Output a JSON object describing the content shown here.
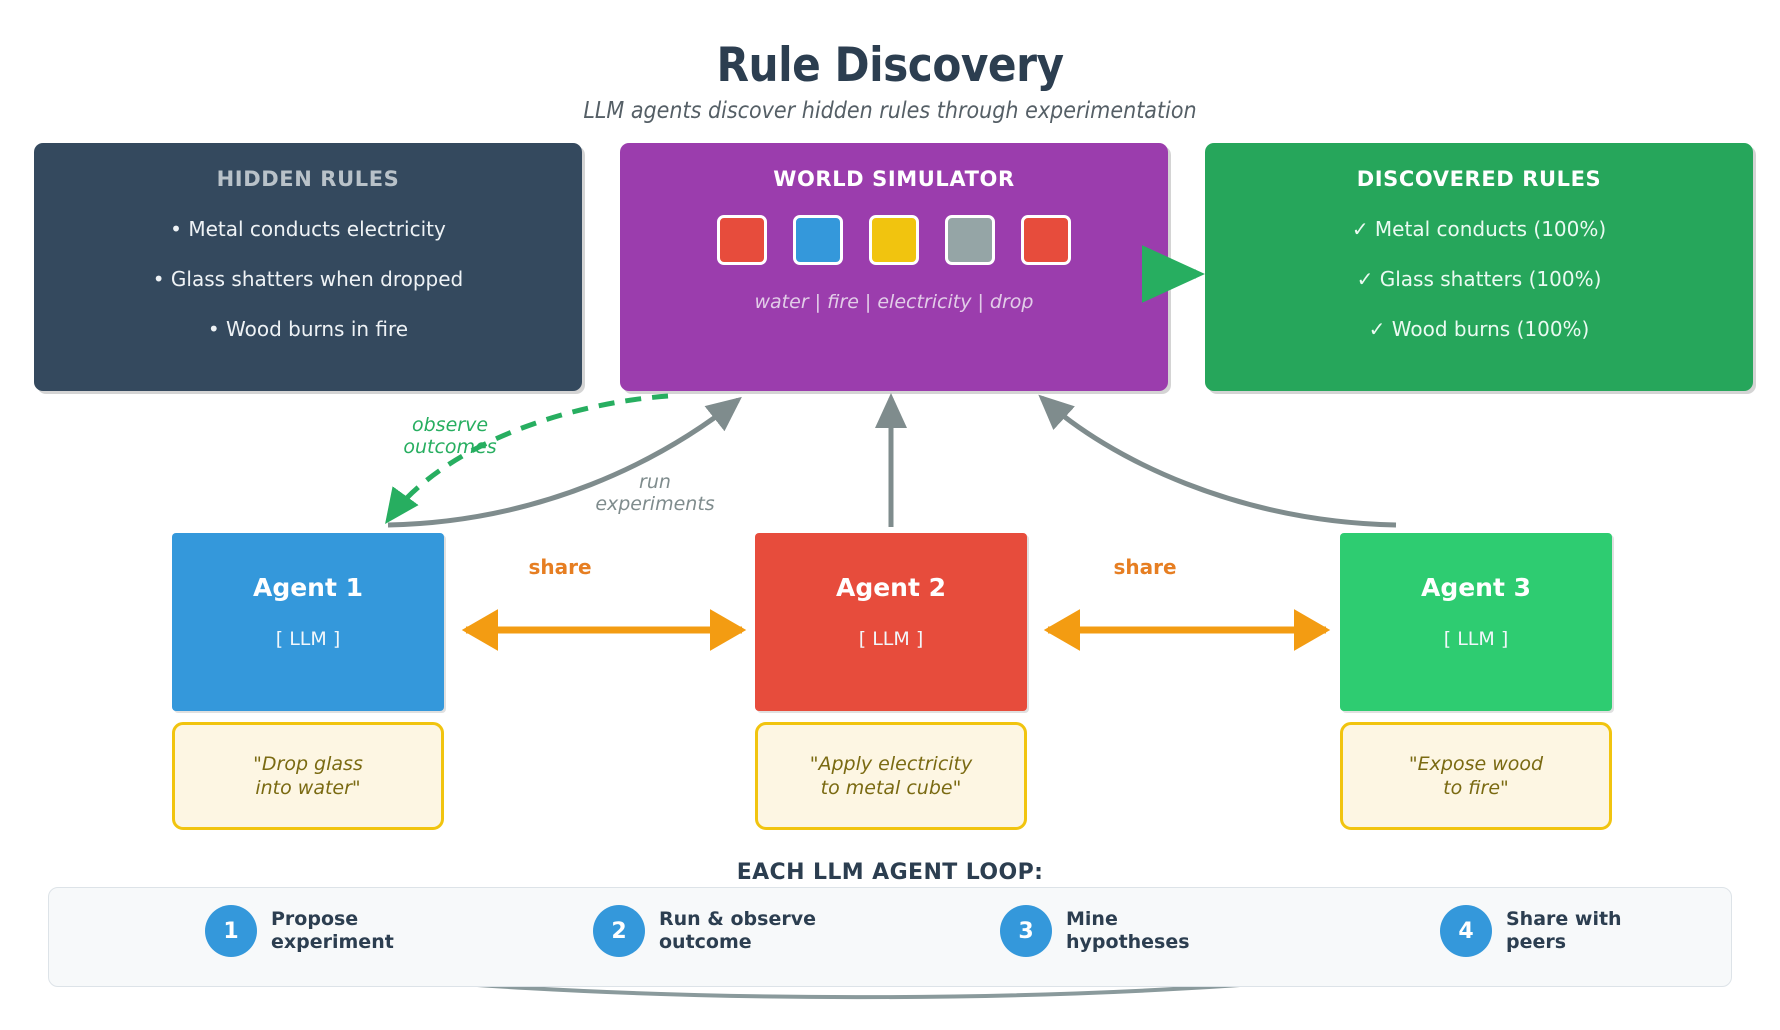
{
  "header": {
    "title": "Rule Discovery",
    "subtitle": "LLM agents discover hidden rules through experimentation"
  },
  "panels": {
    "hidden_rules": {
      "title": "HIDDEN RULES",
      "color": "#34495e",
      "items": [
        "• Metal conducts electricity",
        "• Glass shatters when dropped",
        "• Wood burns in fire"
      ]
    },
    "world_simulator": {
      "title": "WORLD SIMULATOR",
      "color": "#9b3dad",
      "actions": "water | fire | electricity | drop",
      "cubes": [
        {
          "name": "cube-red-1",
          "color": "#e74c3c"
        },
        {
          "name": "cube-blue",
          "color": "#3498db"
        },
        {
          "name": "cube-yellow",
          "color": "#f1c40f"
        },
        {
          "name": "cube-gray",
          "color": "#95a5a6"
        },
        {
          "name": "cube-red-2",
          "color": "#e74c3c"
        }
      ]
    },
    "discovered_rules": {
      "title": "DISCOVERED RULES",
      "color": "#26a65b",
      "items": [
        "✓ Metal conducts (100%)",
        "✓ Glass shatters (100%)",
        "✓ Wood burns (100%)"
      ]
    }
  },
  "flows": {
    "observe_label": "observe\noutcomes",
    "run_label": "run\nexperiments",
    "observe_color": "#27ae60",
    "run_color": "#7f8c8d"
  },
  "agents": [
    {
      "name": "Agent 1",
      "llm": "[ LLM ]",
      "color": "#3498db",
      "note": "\"Drop glass\ninto water\""
    },
    {
      "name": "Agent 2",
      "llm": "[ LLM ]",
      "color": "#e74c3c",
      "note": "\"Apply electricity\nto metal cube\""
    },
    {
      "name": "Agent 3",
      "llm": "[ LLM ]",
      "color": "#2ecc71",
      "note": "\"Expose wood\nto fire\""
    }
  ],
  "share_links": [
    {
      "label": "share",
      "color": "#e67e22"
    },
    {
      "label": "share",
      "color": "#e67e22"
    }
  ],
  "loop": {
    "heading": "EACH LLM AGENT LOOP:",
    "steps": [
      {
        "num": "1",
        "label": "Propose\nexperiment"
      },
      {
        "num": "2",
        "label": "Run & observe\noutcome"
      },
      {
        "num": "3",
        "label": "Mine\nhypotheses"
      },
      {
        "num": "4",
        "label": "Share with\npeers"
      }
    ]
  }
}
